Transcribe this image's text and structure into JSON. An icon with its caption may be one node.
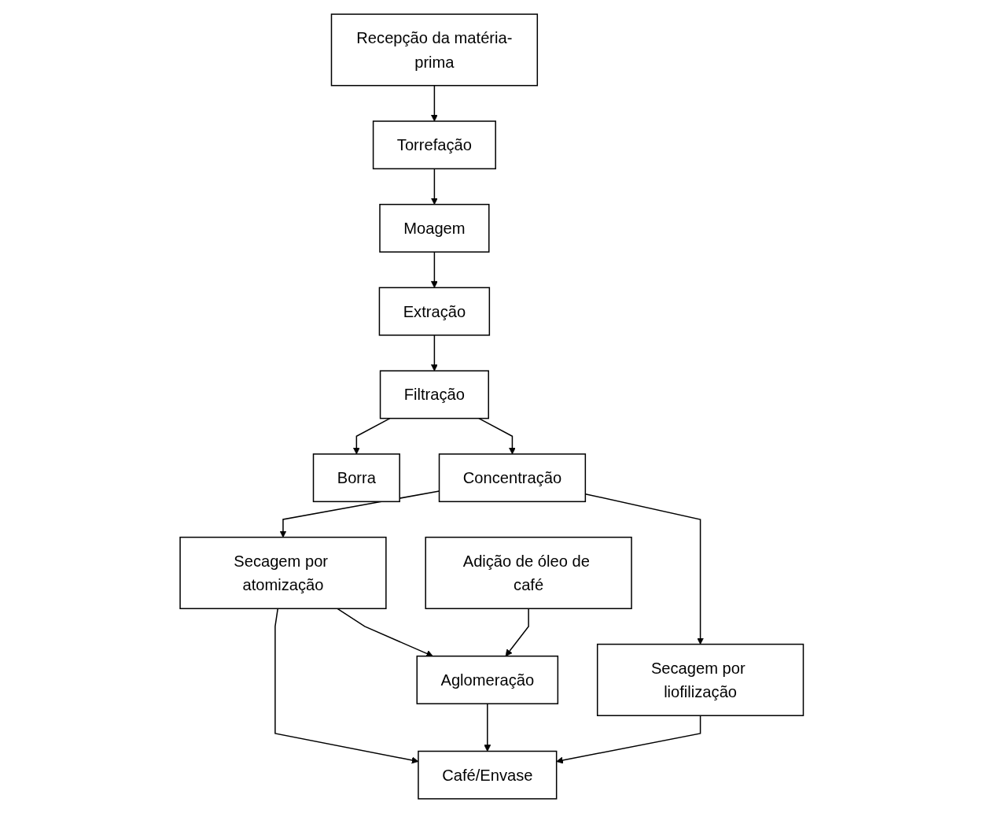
{
  "diagram": {
    "nodes": [
      {
        "text": [
          "Recepção da matéria-prima"
        ]
      },
      {
        "text": [
          "Torrefação"
        ]
      },
      {
        "text": [
          "Moagem"
        ]
      },
      {
        "text": [
          "Extração"
        ]
      },
      {
        "text": [
          "Filtração"
        ]
      },
      {
        "text": [
          "Borra"
        ]
      },
      {
        "text": [
          "Concentração"
        ]
      },
      {
        "text": [
          "Secagem por atomização"
        ]
      },
      {
        "text": [
          "Secagem por liofilização"
        ]
      },
      {
        "text": [
          "Aglomeração"
        ]
      },
      {
        "text": [
          "Adição de óleo de café"
        ]
      },
      {
        "text": [
          "Café/Envase"
        ]
      }
    ],
    "edges": [
      {
        "from": 0,
        "to": 1,
        "arrow": "to"
      },
      {
        "from": 1,
        "to": 2,
        "arrow": "to"
      },
      {
        "from": 2,
        "to": 3,
        "arrow": "to"
      },
      {
        "from": 3,
        "to": 4,
        "arrow": "to"
      },
      {
        "from": 4,
        "to": 5,
        "arrow": "to"
      },
      {
        "from": 4,
        "to": 6,
        "arrow": "to"
      },
      {
        "from": 6,
        "to": 7,
        "arrow": "to"
      },
      {
        "from": 6,
        "to": 8,
        "arrow": "to"
      },
      {
        "from": 7,
        "to": 9,
        "arrow": "to"
      },
      {
        "from": 7,
        "to": 11,
        "arrow": "to"
      },
      {
        "from": 10,
        "to": 9,
        "arrow": "to"
      },
      {
        "from": 9,
        "to": 11,
        "arrow": "to"
      },
      {
        "from": 8,
        "to": 11,
        "arrow": "to"
      }
    ]
  }
}
